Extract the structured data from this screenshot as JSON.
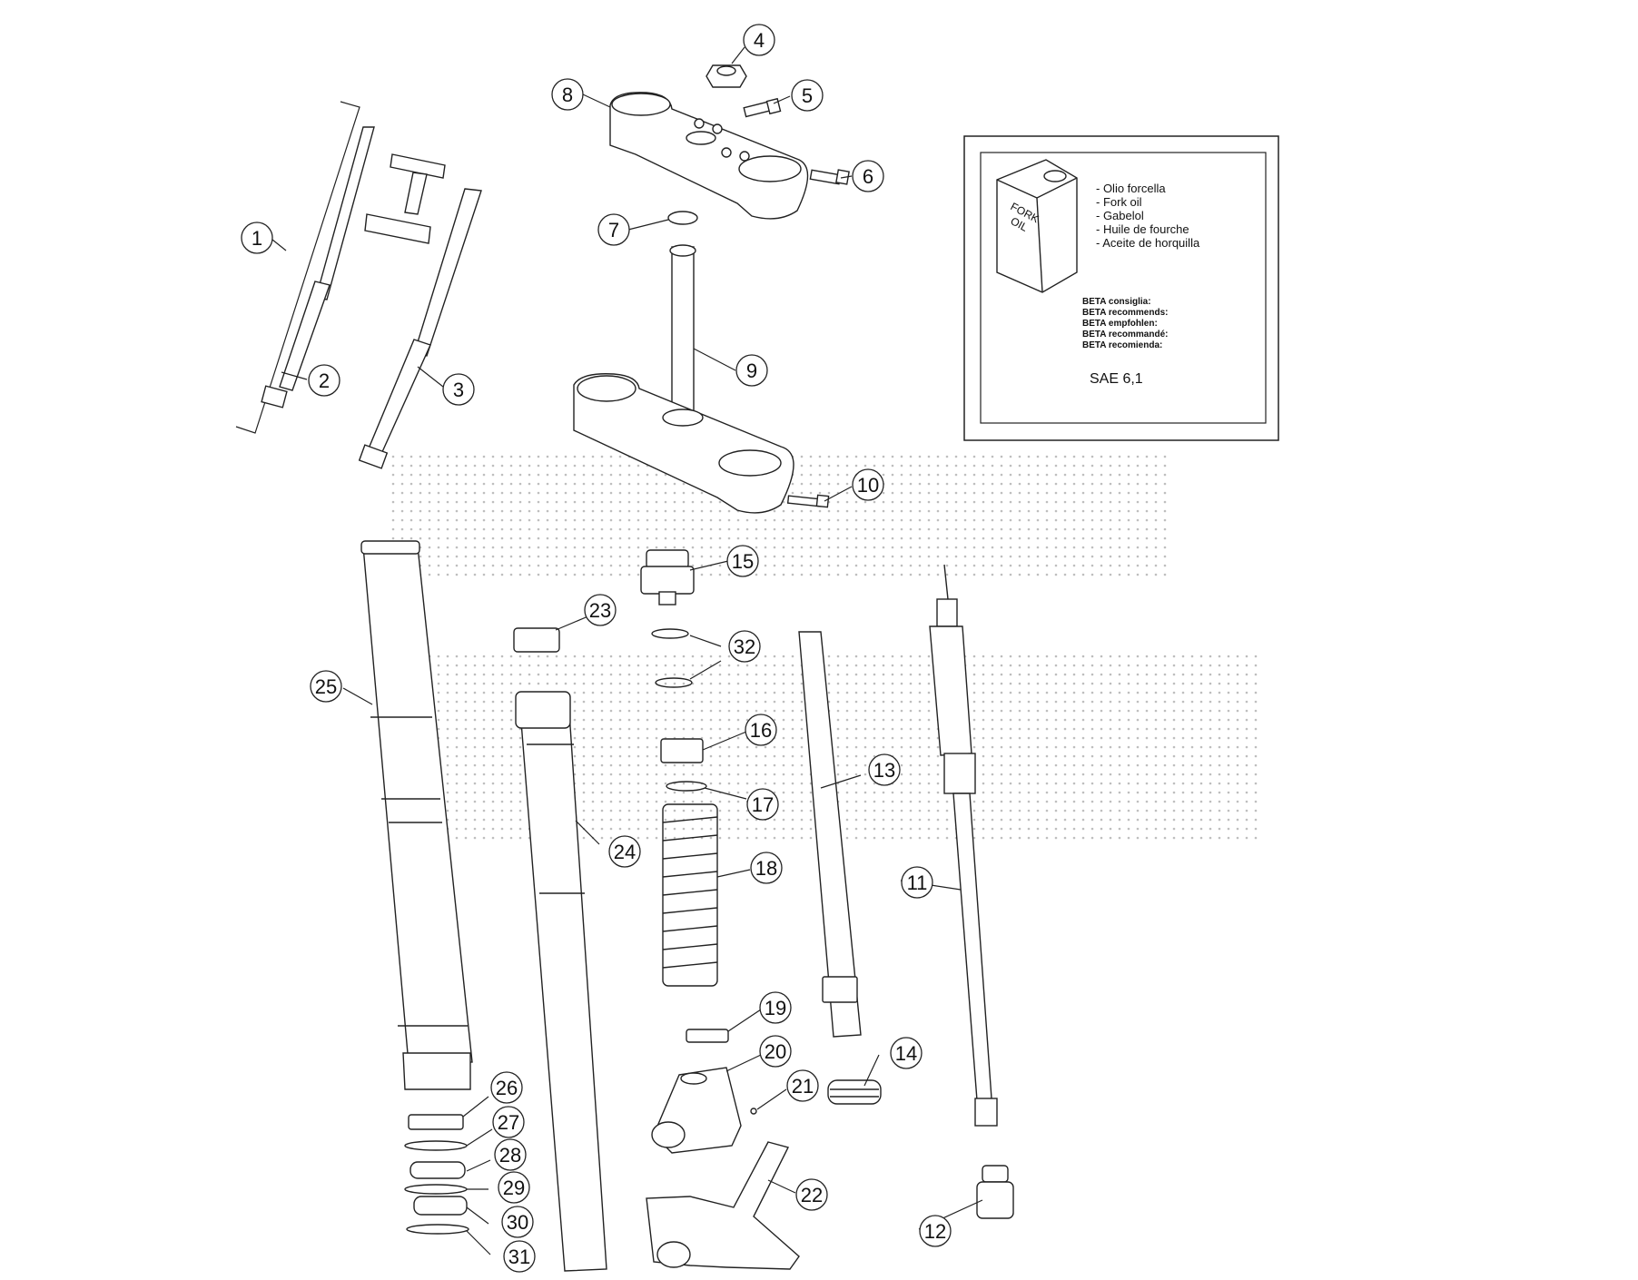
{
  "legend": {
    "lines": [
      "- Olio forcella",
      "- Fork oil",
      "- Gabelol",
      "- Huile de fourche",
      "- Aceite de horquilla"
    ],
    "recommend_lines": [
      "BETA consiglia:",
      "BETA recommends:",
      "BETA empfohlen:",
      "BETA recommandé:",
      "BETA recomienda:"
    ],
    "spec": "SAE 6,1",
    "can_label_1": "FORK",
    "can_label_2": "OIL"
  },
  "callouts": [
    {
      "n": "1"
    },
    {
      "n": "2"
    },
    {
      "n": "3"
    },
    {
      "n": "4"
    },
    {
      "n": "5"
    },
    {
      "n": "6"
    },
    {
      "n": "7"
    },
    {
      "n": "8"
    },
    {
      "n": "9"
    },
    {
      "n": "10"
    },
    {
      "n": "11"
    },
    {
      "n": "12"
    },
    {
      "n": "13"
    },
    {
      "n": "14"
    },
    {
      "n": "15"
    },
    {
      "n": "16"
    },
    {
      "n": "17"
    },
    {
      "n": "18"
    },
    {
      "n": "19"
    },
    {
      "n": "20"
    },
    {
      "n": "21"
    },
    {
      "n": "22"
    },
    {
      "n": "23"
    },
    {
      "n": "24"
    },
    {
      "n": "25"
    },
    {
      "n": "26"
    },
    {
      "n": "27"
    },
    {
      "n": "28"
    },
    {
      "n": "29"
    },
    {
      "n": "30"
    },
    {
      "n": "31"
    },
    {
      "n": "32"
    }
  ]
}
